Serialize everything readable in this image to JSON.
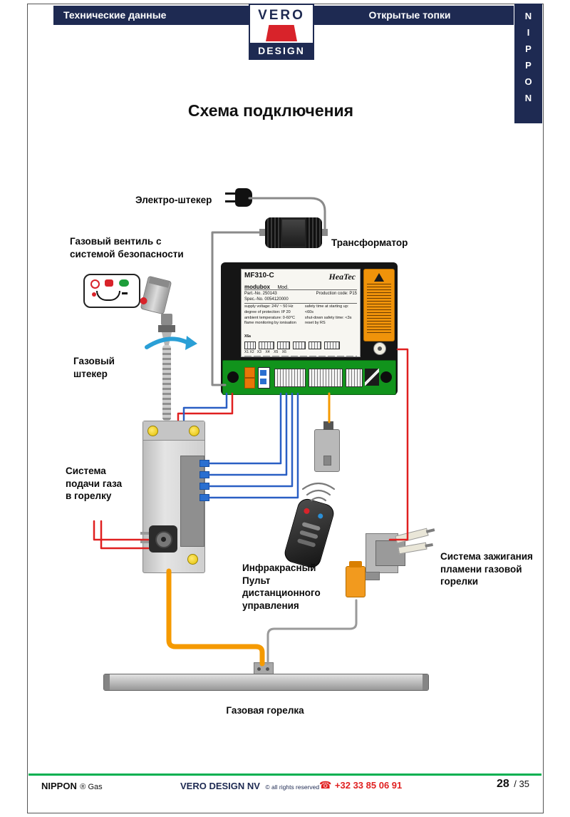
{
  "colors": {
    "navy": "#1e2a52",
    "brand_red": "#d8232a",
    "footer_green": "#00b050",
    "wire_red": "#e02020",
    "wire_blue": "#2a5fc4",
    "wire_orange": "#f59a00",
    "wire_gray": "#8a8a8a",
    "terminal_green": "#11931c"
  },
  "header": {
    "left_tab": "Технические данные",
    "right_tab": "Открытые топки",
    "logo_top": "VERO",
    "logo_bottom": "DESIGN",
    "side_brand": "NIPPON"
  },
  "title": "Схема подключения",
  "diagram": {
    "labels": {
      "electric_plug": "Электро-штекер",
      "transformer": "Трансформатор",
      "gas_valve_safety": "Газовый вентиль с\nсистемой безопасности",
      "gas_plug": "Газовый\nштекер",
      "gas_supply": "Система\nподачи газа\nв горелку",
      "remote": "Инфракрасный\nПульт\nдистанционного\nуправления",
      "ignition": "Система зажигания\nпламени газовой\nгорелки",
      "burner": "Газовая горелка"
    },
    "control_unit": {
      "model": "MF310-C",
      "series": "modubox",
      "mod": "Mod.",
      "brand": "HeaTec",
      "part_no": "Part.-No. 250143",
      "spec_no": "Spec.-No. 0054120000",
      "production_code": "Production code: P15",
      "spec_left": "supply voltage: 24V ~ 50 Hz\ndegree of protection: IP 20\nambient temperature: 0-60°C\nflame monitoring by ionisation",
      "spec_right": "safety time at starting up: <60s\nshut-down safety time: <3s\nreset by RS",
      "terminal_group": "X6a",
      "terminal_row": "X1 X2   X3    X4    X5    X6"
    }
  },
  "footer": {
    "brand": "NIPPON",
    "brand_suffix": "® Gas",
    "company": "VERO DESIGN NV",
    "rights": "© all rights reserved",
    "phone_icon": "☎",
    "phone": "+32 33 85 06 91",
    "page_number": "28",
    "page_total": "/ 35"
  }
}
